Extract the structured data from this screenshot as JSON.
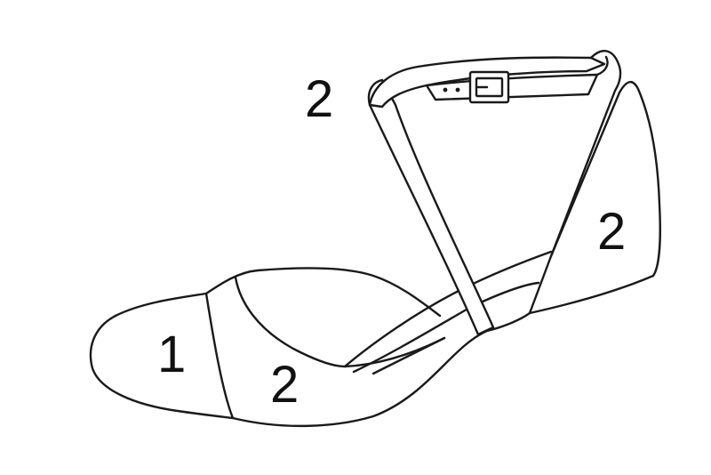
{
  "labels": {
    "toe": "1",
    "vamp": "2",
    "strap": "2",
    "heel": "2"
  },
  "colors": {
    "line": "#1a1a1a",
    "background": "#ffffff"
  }
}
